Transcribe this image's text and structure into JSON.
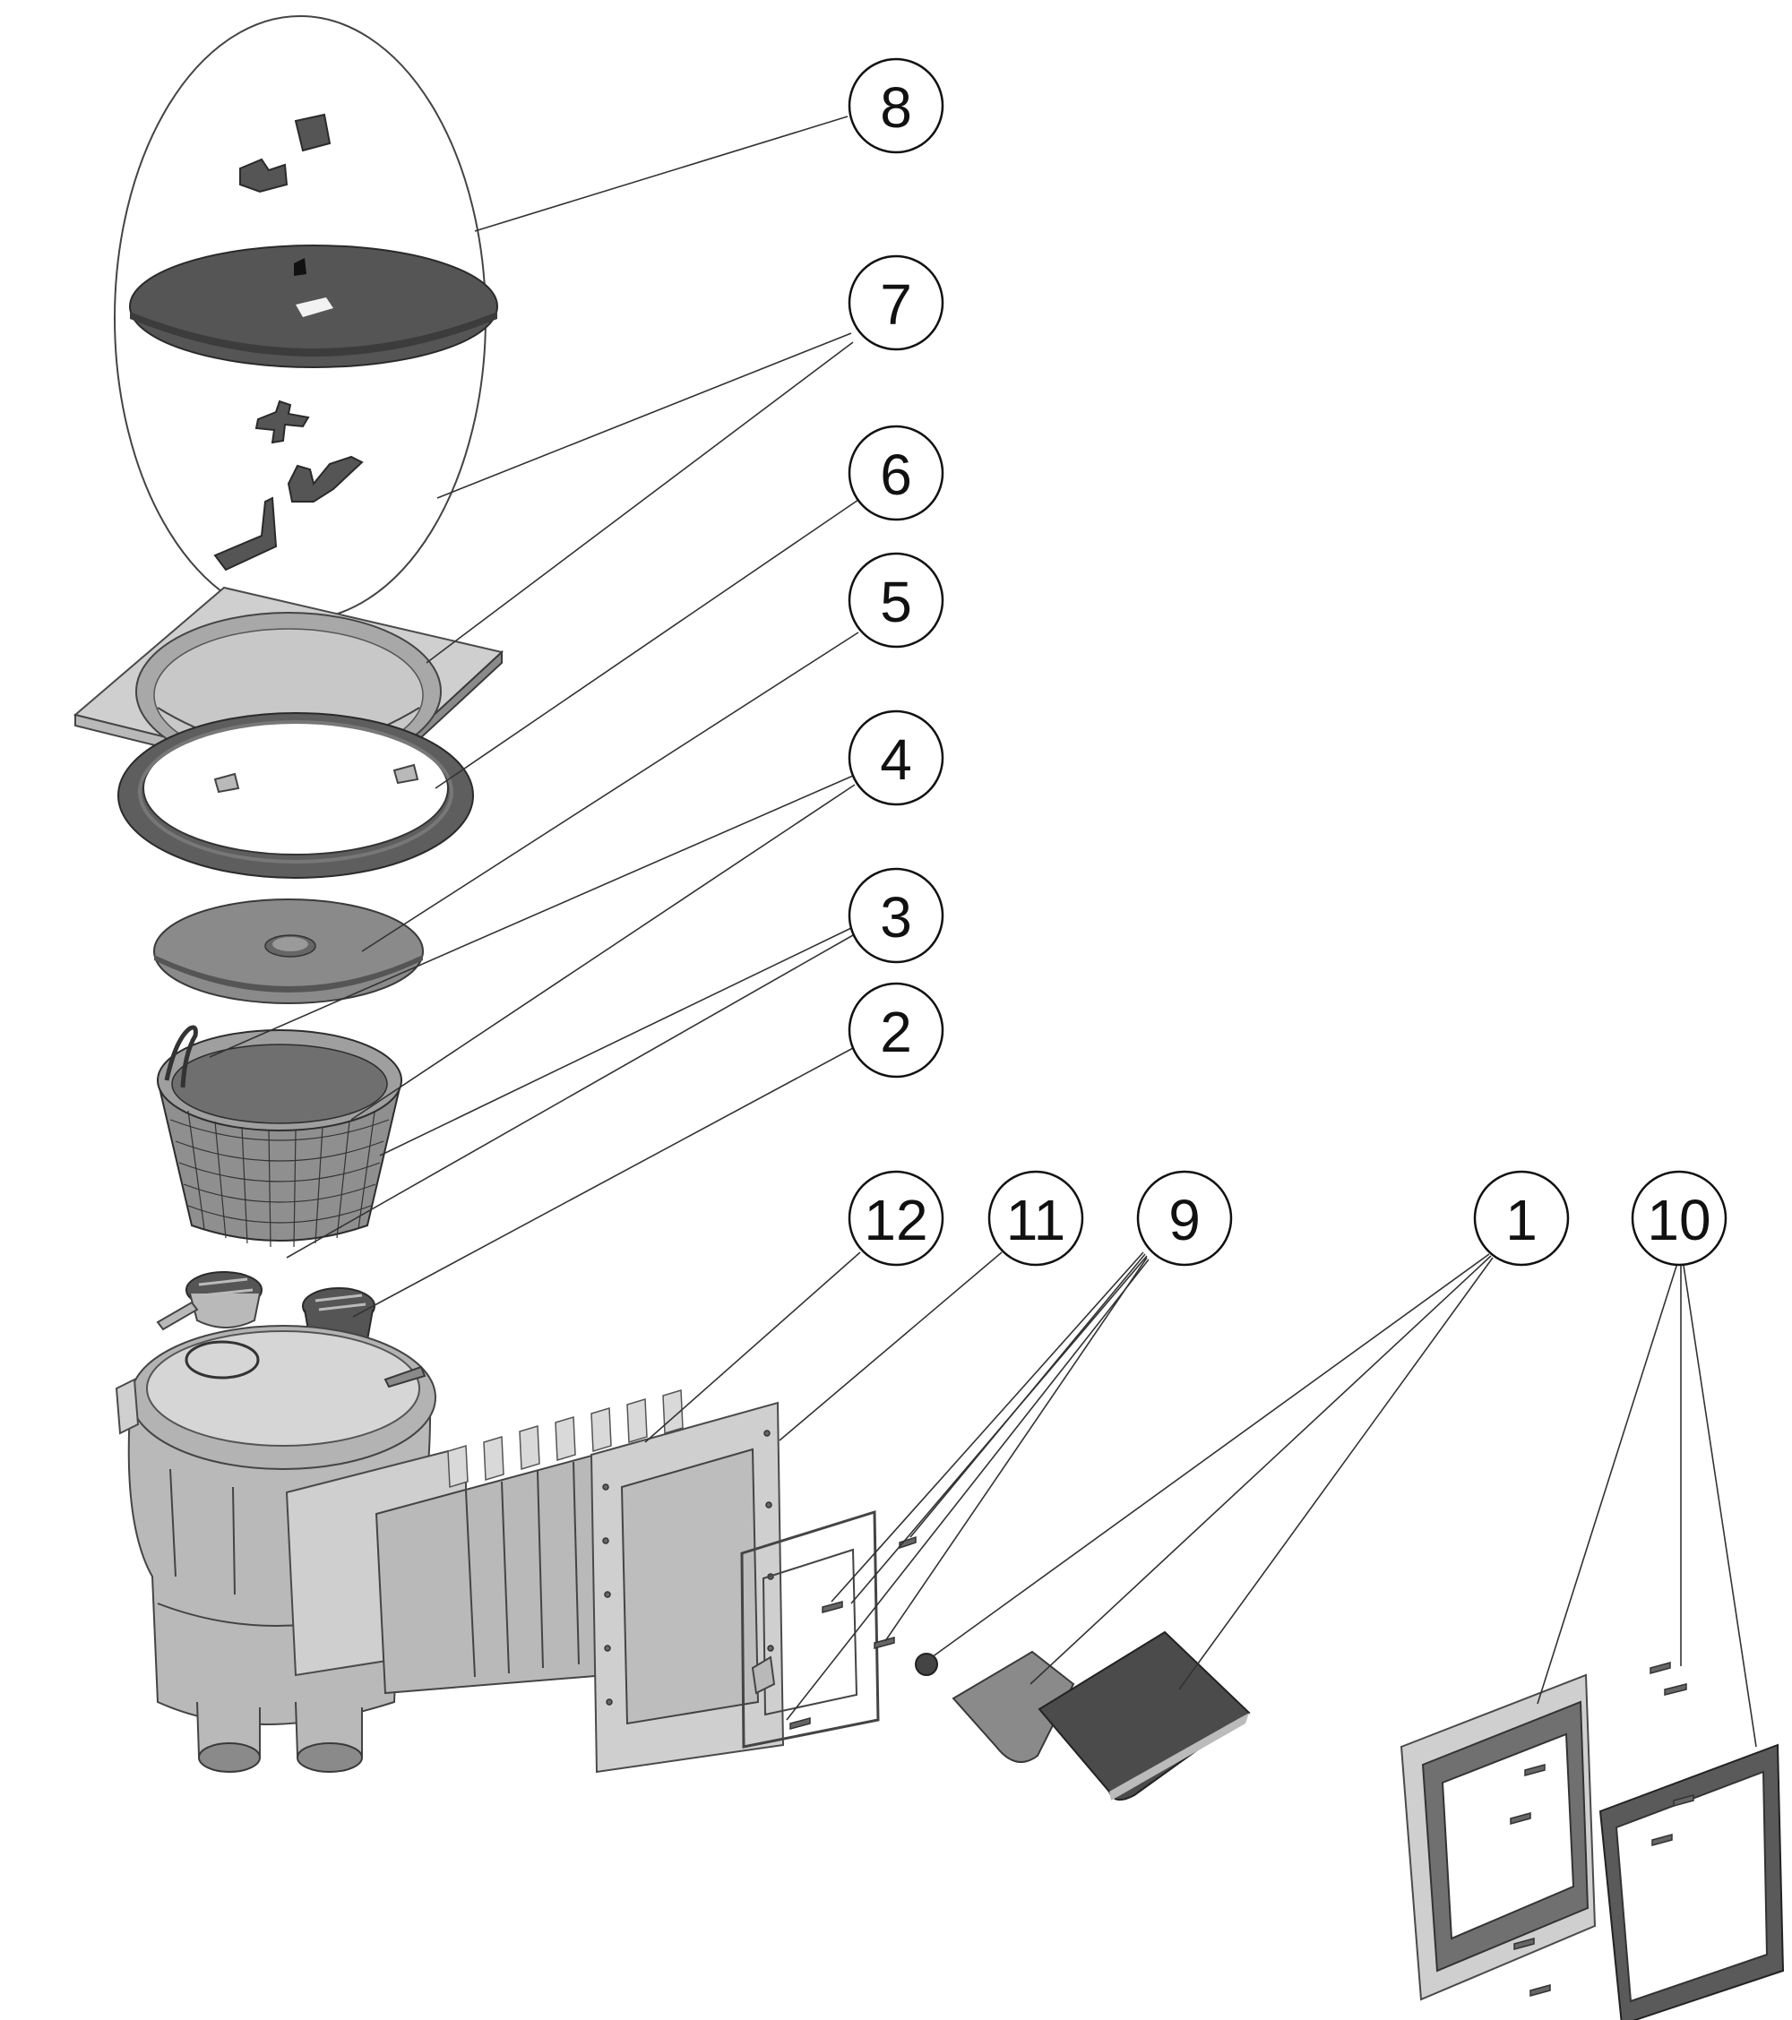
{
  "diagram": {
    "callouts": [
      {
        "id": "c8",
        "label": "8"
      },
      {
        "id": "c7",
        "label": "7"
      },
      {
        "id": "c6",
        "label": "6"
      },
      {
        "id": "c5",
        "label": "5"
      },
      {
        "id": "c4",
        "label": "4"
      },
      {
        "id": "c3",
        "label": "3"
      },
      {
        "id": "c2",
        "label": "2"
      },
      {
        "id": "c12",
        "label": "12"
      },
      {
        "id": "c11",
        "label": "11"
      },
      {
        "id": "c9",
        "label": "9"
      },
      {
        "id": "c1",
        "label": "1"
      },
      {
        "id": "c10",
        "label": "10"
      }
    ],
    "colors": {
      "dark_part": "#555555",
      "mid_part": "#8a8a8a",
      "light_part": "#b9b9b9",
      "line": "#333333",
      "background": "#ffffff"
    }
  }
}
